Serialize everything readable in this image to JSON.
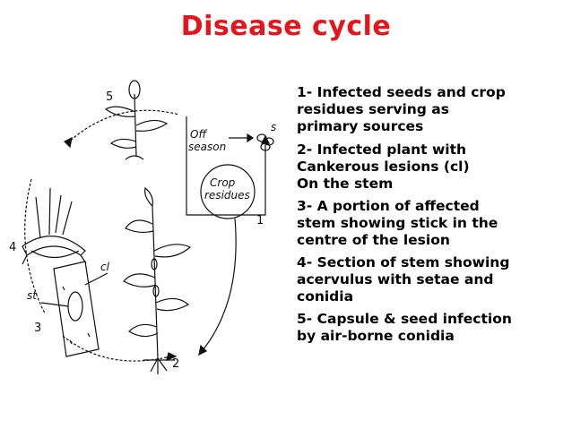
{
  "title": "Disease cycle",
  "points": [
    {
      "lines": [
        "1- Infected seeds and crop",
        "residues serving as",
        "primary sources"
      ]
    },
    {
      "lines": [
        "2- Infected plant with",
        "Cankerous lesions (cl)",
        "On the stem"
      ]
    },
    {
      "lines": [
        "3- A portion of affected",
        "stem showing stick in the",
        "centre of the lesion"
      ]
    },
    {
      "lines": [
        "4- Section of stem showing",
        "acervulus with setae and",
        "conidia"
      ]
    },
    {
      "lines": [
        "5- Capsule & seed infection",
        "by air-borne conidia"
      ]
    }
  ],
  "diagram": {
    "labels": {
      "off_season_1": "Off",
      "off_season_2": "season",
      "crop_1": "Crop",
      "crop_2": "residues",
      "seed_label": "s",
      "lesion_label": "cl",
      "stick_label": "st",
      "stage_1": "1",
      "stage_2": "2",
      "stage_3": "3",
      "stage_4": "4",
      "stage_5": "5"
    }
  }
}
